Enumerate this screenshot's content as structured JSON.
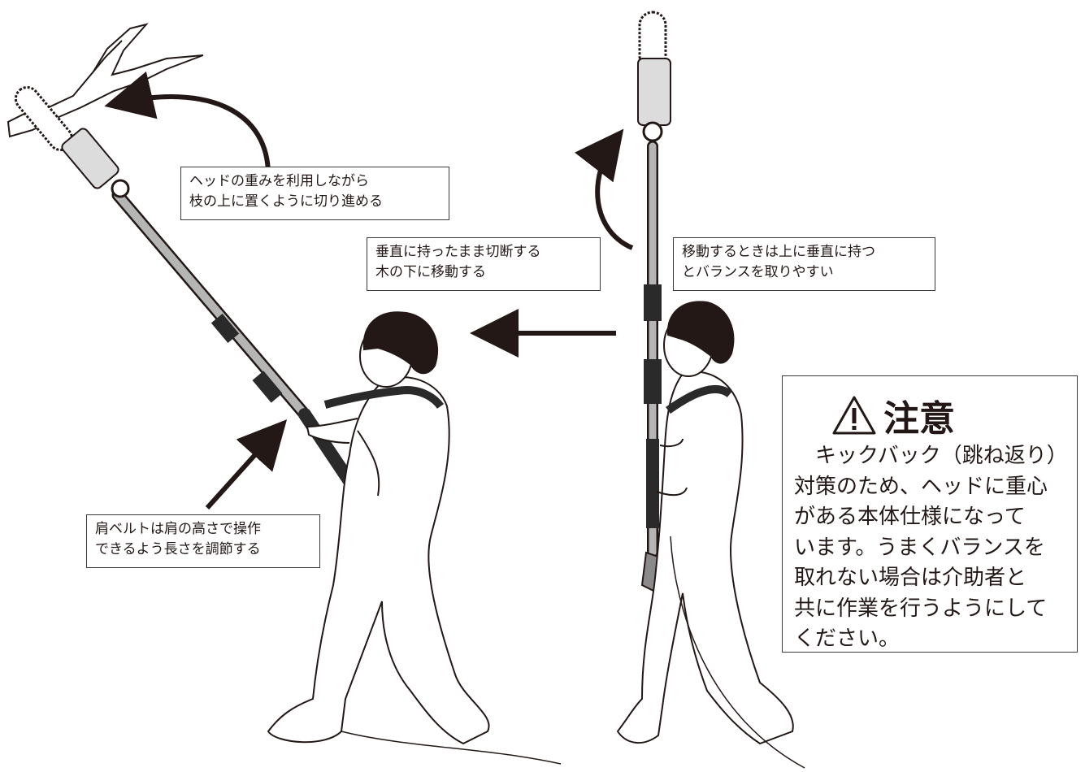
{
  "callouts": {
    "head_weight": {
      "line1": "ヘッドの重みを利用しながら",
      "line2": "枝の上に置くように切り進める"
    },
    "move_vertical": {
      "line1": "垂直に持ったまま切断する",
      "line2": "木の下に移動する"
    },
    "balance": {
      "line1": "移動するときは上に垂直に持つ",
      "line2": "とバランスを取りやすい"
    },
    "shoulder_belt": {
      "line1": "肩ベルトは肩の高さで操作",
      "line2": "できるよう長さを調節する"
    }
  },
  "warning": {
    "title": "注意",
    "lines": [
      "　キックバック（跳ね返り）",
      "対策のため、ヘッドに重心",
      "がある本体仕様になって",
      "います。うまくバランスを",
      "取れない場合は介助者と",
      "共に作業を行うようにして",
      "ください。"
    ]
  },
  "colors": {
    "ink": "#231815",
    "tool_dark": "#2a2a2a",
    "tool_metal": "#9a9a9a"
  },
  "icons": [
    "warning-triangle-icon"
  ]
}
